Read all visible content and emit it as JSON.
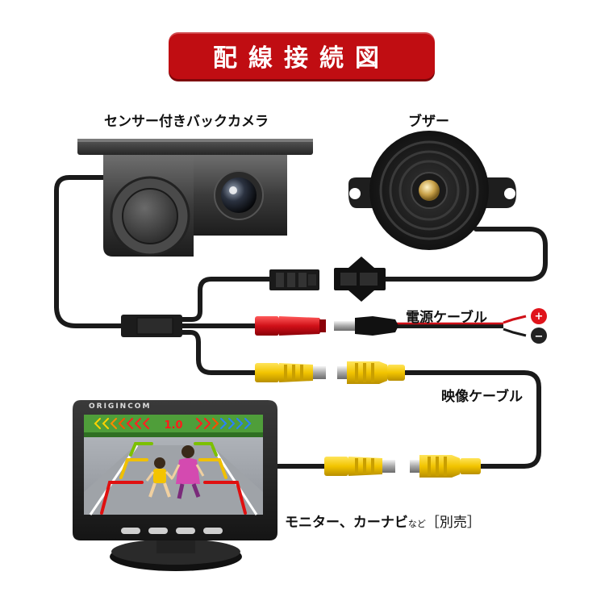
{
  "title": "配線接続図",
  "labels": {
    "camera": "センサー付きバックカメラ",
    "buzzer": "ブザー",
    "power_cable": "電源ケーブル",
    "video_cable": "映像ケーブル",
    "monitor_main": "モニター、カーナビ",
    "monitor_small": "など",
    "monitor_bracket": "［別売］",
    "brand": "ORIGINCOM",
    "distance": "1.0",
    "plus": "+",
    "minus": "−"
  },
  "colors": {
    "title_bg": "#c00d12",
    "cable": "#1a1a1a",
    "power_red": "#d01018",
    "rca_yellow": "#f2c400",
    "terminal_red": "#e0141b",
    "terminal_black": "#222222",
    "guide_red": "#e01010",
    "guide_yellow": "#f0c000",
    "guide_green": "#7cc000"
  }
}
